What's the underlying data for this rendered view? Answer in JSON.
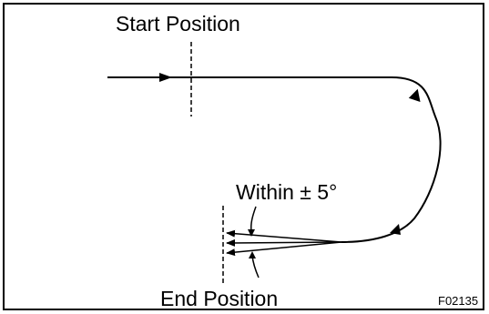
{
  "labels": {
    "start": "Start Position",
    "end": "End Position",
    "tolerance_prefix": "Within",
    "tolerance_value": "± 5°",
    "figure_code": "F02135"
  }
}
